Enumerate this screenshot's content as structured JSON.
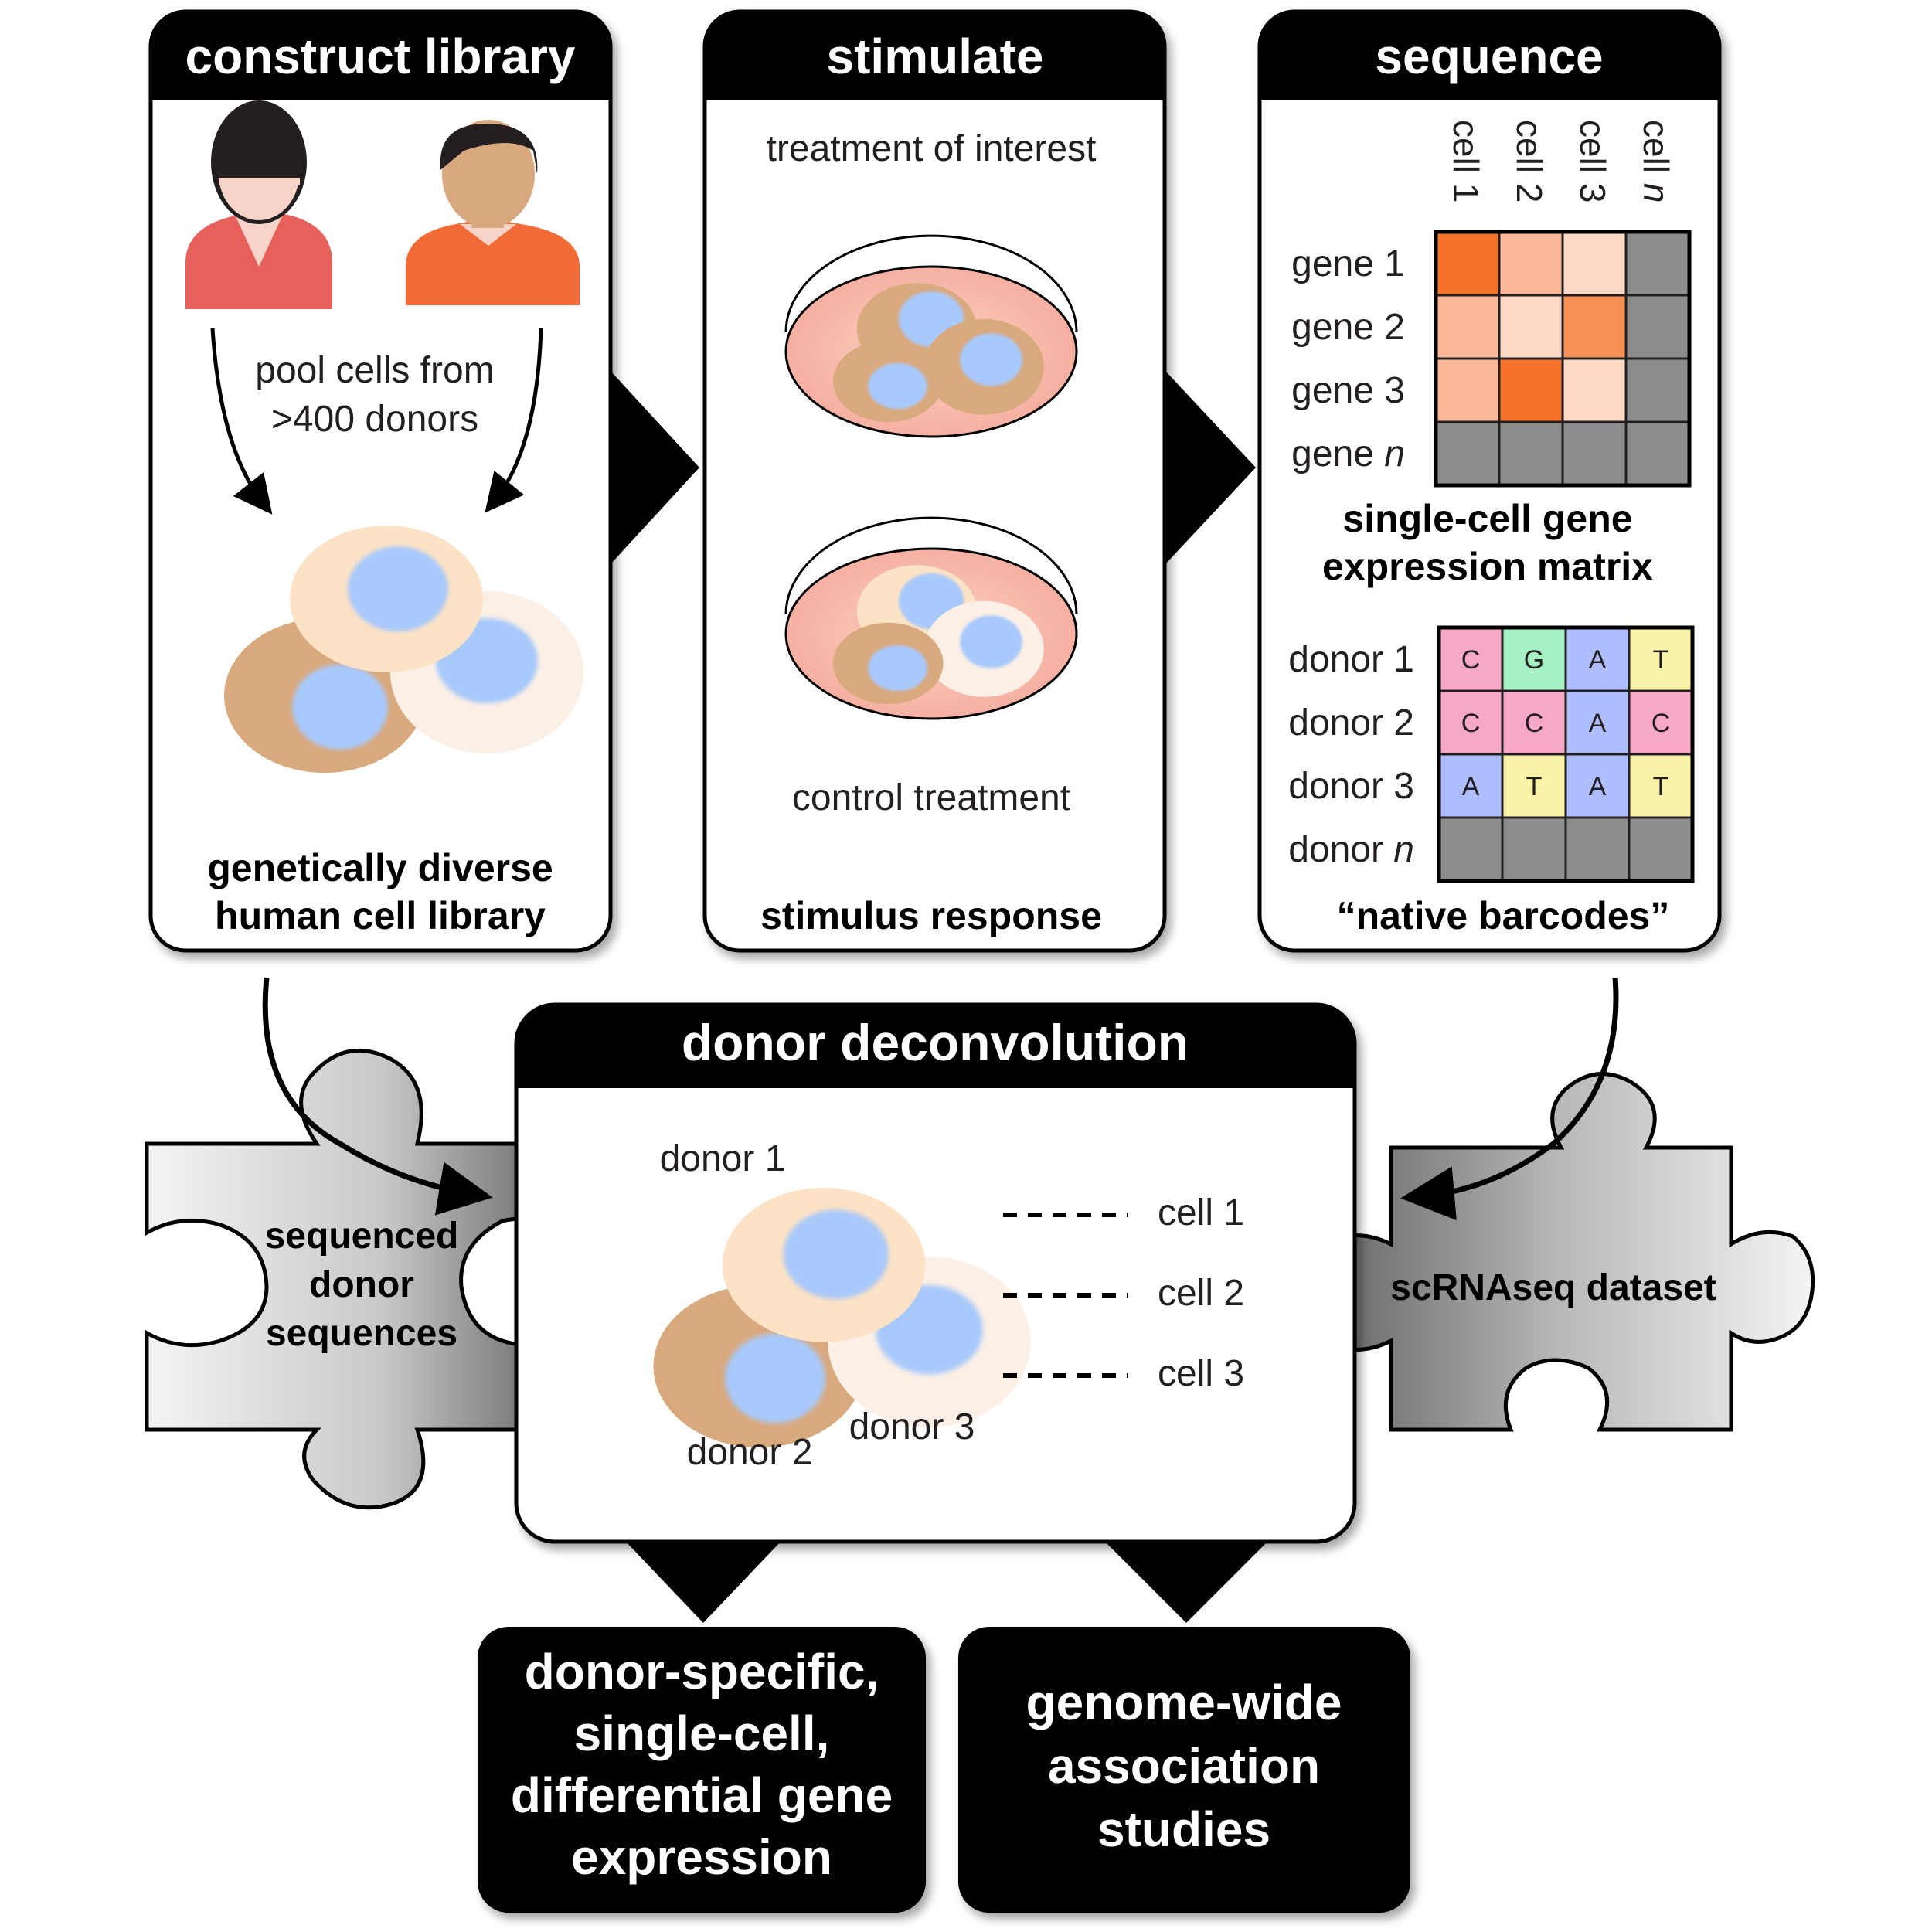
{
  "panels": {
    "construct": {
      "title": "construct library",
      "pool_line1": "pool cells from",
      "pool_line2": ">400 donors",
      "caption_line1": "genetically diverse",
      "caption_line2": "human cell library"
    },
    "stimulate": {
      "title": "stimulate",
      "treatment_label": "treatment of interest",
      "control_label": "control treatment",
      "caption": "stimulus response"
    },
    "sequence": {
      "title": "sequence",
      "cell_columns": [
        {
          "prefix": "cell ",
          "suffix": "1"
        },
        {
          "prefix": "cell ",
          "suffix": "2"
        },
        {
          "prefix": "cell ",
          "suffix": "3"
        },
        {
          "prefix": "cell ",
          "suffix": "n"
        }
      ],
      "gene_rows": [
        {
          "prefix": "gene ",
          "suffix": "1"
        },
        {
          "prefix": "gene ",
          "suffix": "2"
        },
        {
          "prefix": "gene ",
          "suffix": "3"
        },
        {
          "prefix": "gene ",
          "suffix": "n"
        }
      ],
      "gene_matrix_colors": [
        [
          "#f47328",
          "#fbb899",
          "#fdd9c6",
          "#8c8c8c"
        ],
        [
          "#fbb899",
          "#fdd9c6",
          "#f79055",
          "#8c8c8c"
        ],
        [
          "#fbb899",
          "#f47328",
          "#fdd9c6",
          "#8c8c8c"
        ],
        [
          "#8c8c8c",
          "#8c8c8c",
          "#8c8c8c",
          "#8c8c8c"
        ]
      ],
      "matrix_caption_line1": "single-cell gene",
      "matrix_caption_line2": "expression matrix",
      "donor_rows": [
        {
          "prefix": "donor ",
          "suffix": "1"
        },
        {
          "prefix": "donor ",
          "suffix": "2"
        },
        {
          "prefix": "donor ",
          "suffix": "3"
        },
        {
          "prefix": "donor ",
          "suffix": "n"
        }
      ],
      "barcode_letters": [
        [
          "C",
          "G",
          "A",
          "T"
        ],
        [
          "C",
          "C",
          "A",
          "C"
        ],
        [
          "A",
          "T",
          "A",
          "T"
        ],
        [
          "",
          "",
          "",
          ""
        ]
      ],
      "nucleotide_colors": {
        "A": "#aebdff",
        "C": "#f6a8c6",
        "G": "#a6f2c4",
        "T": "#fbf4a8",
        "blank": "#8c8c8c"
      },
      "barcode_caption": "“native barcodes”"
    },
    "deconvolution": {
      "title": "donor deconvolution",
      "donor_labels": [
        "donor 1",
        "donor 2",
        "donor 3"
      ],
      "cell_labels": [
        "cell 1",
        "cell 2",
        "cell 3"
      ]
    }
  },
  "puzzle_left": {
    "line1": "sequenced",
    "line2": "donor",
    "line3": "sequences"
  },
  "puzzle_right": {
    "label": "scRNAseq dataset"
  },
  "outputs": {
    "left_lines": [
      "donor-specific,",
      "single-cell,",
      "differential gene",
      "expression"
    ],
    "right_lines": [
      "genome-wide",
      "association",
      "studies"
    ]
  },
  "colors": {
    "header_fill": "#000000",
    "cell_tan": "#d9a97e",
    "cell_peach": "#fde3c5",
    "cell_cream": "#fcf0e6",
    "nucleus": "#a7c9fb",
    "dish_fill": "#f9c1b1",
    "woman_shirt": "#e6605c",
    "man_shirt": "#f26a35",
    "skin_woman": "#f7d4c7",
    "skin_man": "#d9a97e"
  }
}
